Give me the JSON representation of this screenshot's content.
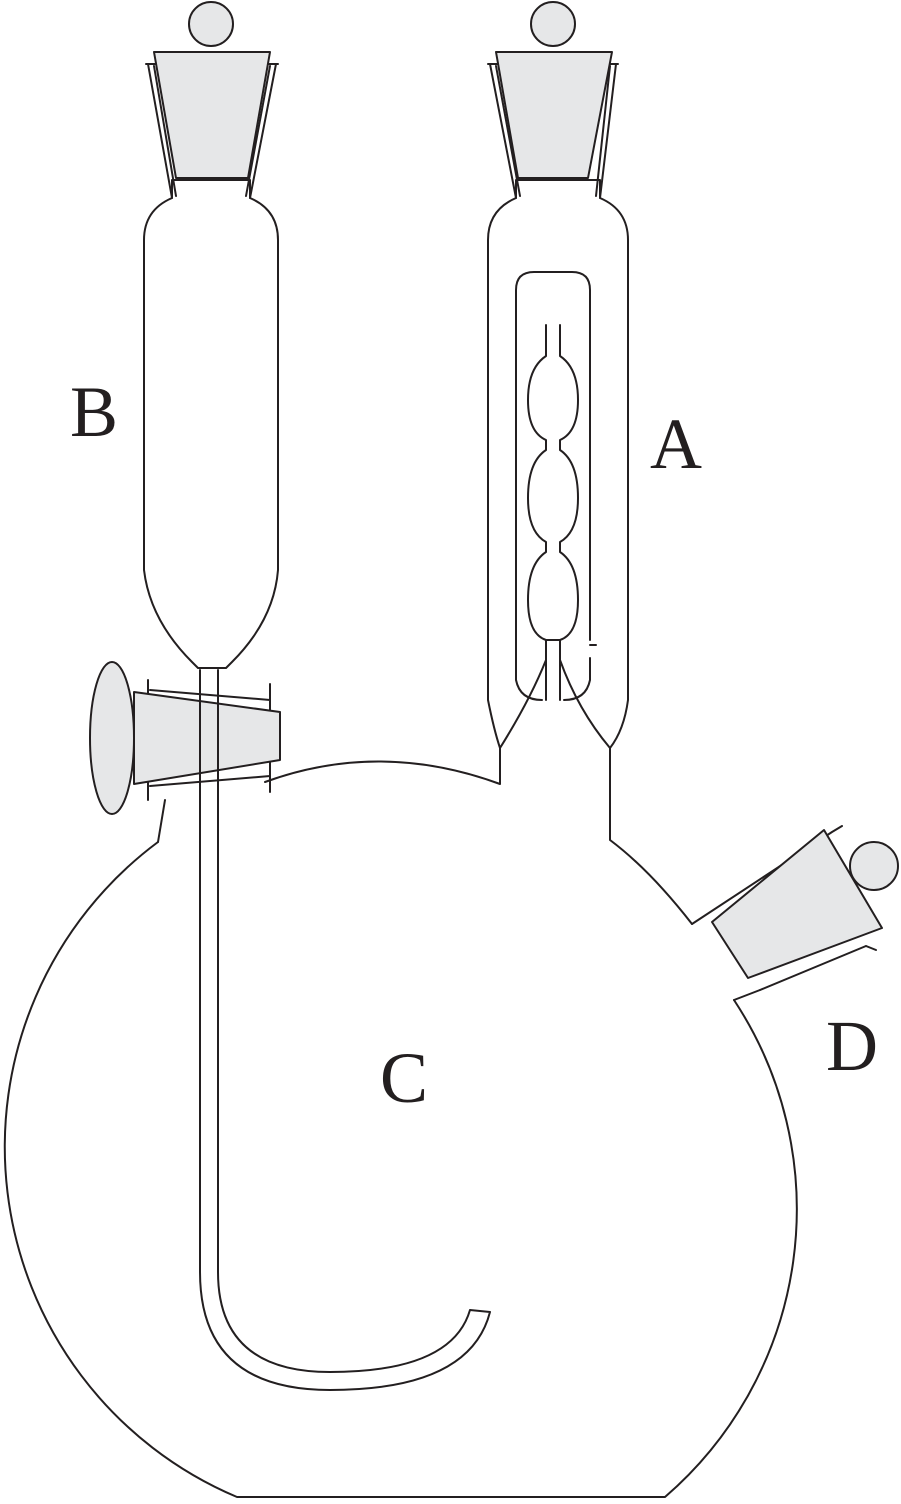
{
  "labels": {
    "a": "A",
    "b": "B",
    "c": "C",
    "d": "D"
  },
  "colors": {
    "line": "#231f20",
    "stopper_fill": "#e6e7e8",
    "background": "#ffffff"
  }
}
